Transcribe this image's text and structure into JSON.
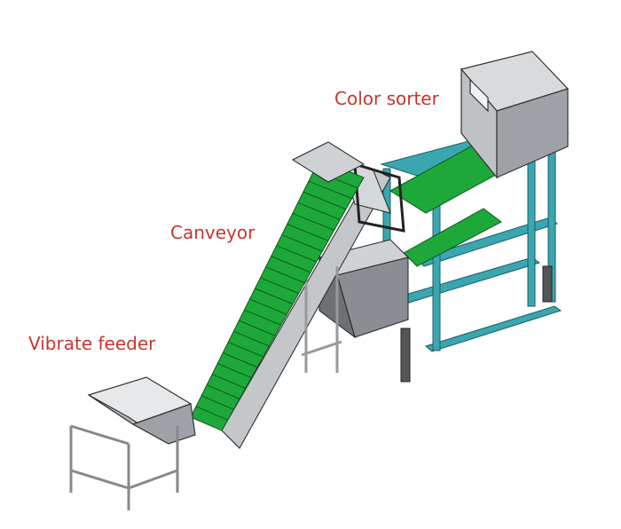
{
  "labels": {
    "color_sorter": "Color sorter",
    "conveyor": "Canveyor",
    "vibrate_feeder": "Vibrate feeder"
  },
  "colors": {
    "label": "#c8352e",
    "belt": "#1fa83a",
    "frame": "#3aa6b0",
    "steel": "#b8bcc0"
  }
}
